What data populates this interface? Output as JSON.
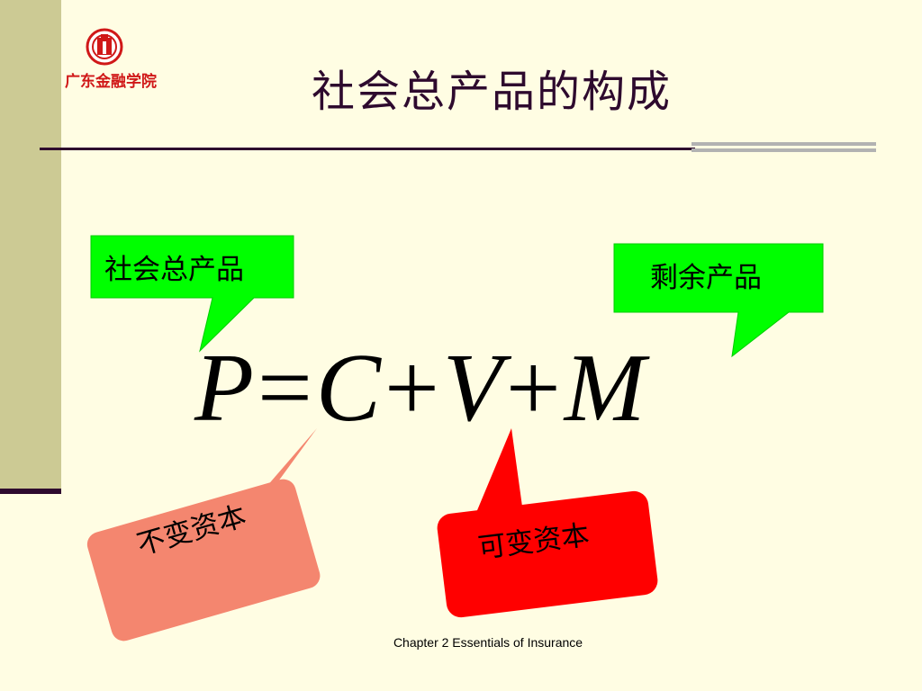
{
  "slide": {
    "title": "社会总产品的构成",
    "logo_text": "广东金融学院",
    "equation": {
      "p": "P",
      "eq": "=",
      "c": "C",
      "plus1": "+",
      "v": "V",
      "plus2": "+",
      "m": "M"
    },
    "callouts": {
      "total_product": "社会总产品",
      "surplus_product": "剩余产品",
      "constant_capital": "不变资本",
      "variable_capital": "可变资本"
    },
    "footer": "Chapter 2   Essentials of Insurance"
  },
  "colors": {
    "background": "#FFFDE3",
    "sidebar": "#CCCA94",
    "title_text": "#2E0A2E",
    "green_callout": "#00FF00",
    "salmon_callout": "#F4866F",
    "red_callout": "#FF0000"
  }
}
